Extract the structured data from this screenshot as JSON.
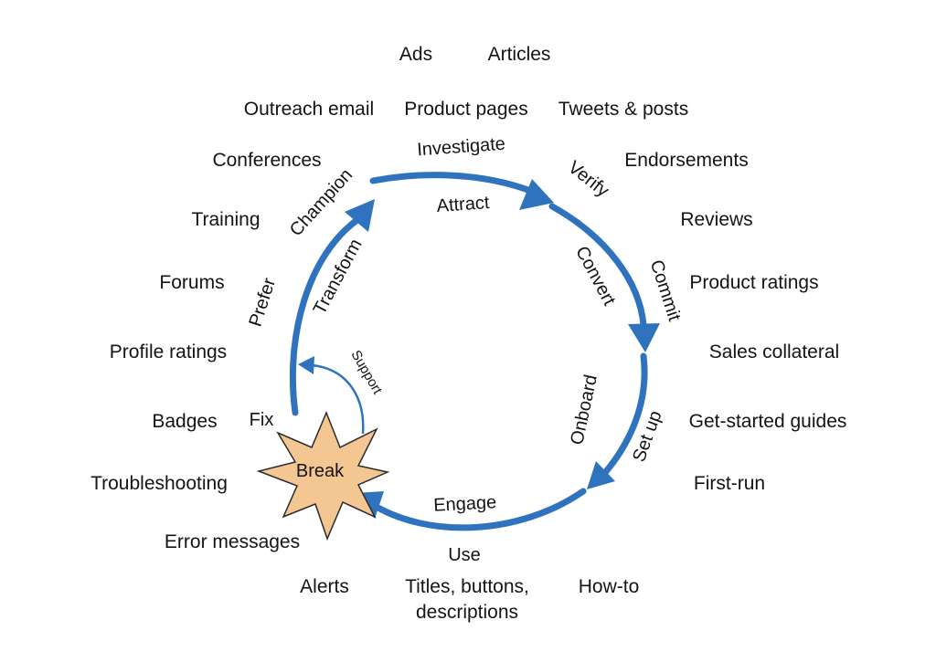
{
  "colors": {
    "arrow": "#2f73be",
    "star_fill": "#f3c692",
    "star_stroke": "#2a2a2a",
    "text": "#141414"
  },
  "stages": {
    "attract": "Attract",
    "convert": "Convert",
    "engage": "Engage",
    "transform": "Transform",
    "investigate": "Investigate",
    "verify": "Verify",
    "commit": "Commit",
    "set_up": "Set up",
    "onboard": "Onboard",
    "use": "Use",
    "break": "Break",
    "fix": "Fix",
    "prefer": "Prefer",
    "champion": "Champion",
    "support": "Support"
  },
  "touchpoints": {
    "ads": "Ads",
    "articles": "Articles",
    "outreach_email": "Outreach email",
    "product_pages": "Product pages",
    "tweets_posts": "Tweets & posts",
    "conferences": "Conferences",
    "endorsements": "Endorsements",
    "training": "Training",
    "reviews": "Reviews",
    "forums": "Forums",
    "product_ratings": "Product ratings",
    "profile_ratings": "Profile ratings",
    "sales_collateral": "Sales collateral",
    "badges": "Badges",
    "get_started_guides": "Get-started guides",
    "troubleshooting": "Troubleshooting",
    "first_run": "First-run",
    "error_messages": "Error messages",
    "alerts": "Alerts",
    "titles_buttons": "Titles,  buttons,",
    "descriptions": "descriptions",
    "how_to": "How-to"
  }
}
